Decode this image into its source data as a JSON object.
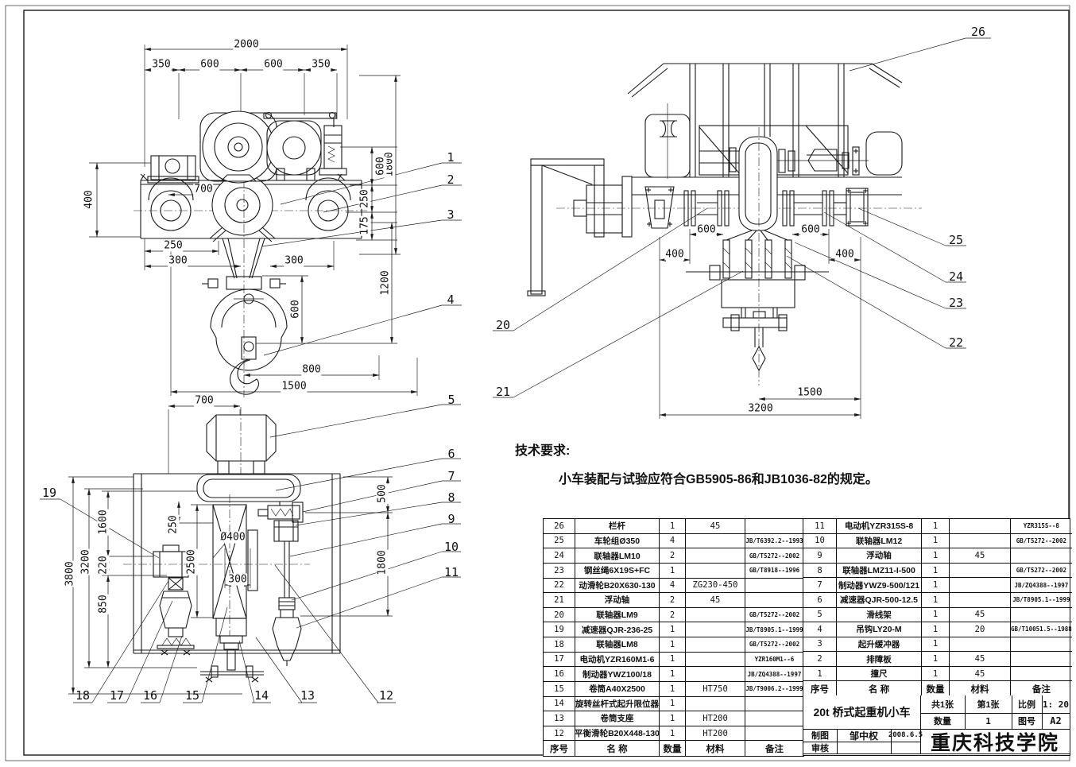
{
  "tech_requirements": {
    "heading": "技术要求:",
    "body": "小车装配与试验应符合GB5905-86和JB1036-82的规定。"
  },
  "front_view": {
    "dims": {
      "total_width": "2000",
      "seg1": "350",
      "seg2": "600",
      "seg3": "600",
      "seg4": "350",
      "height": "1800",
      "h600": "600",
      "h250": "250",
      "h175": "175",
      "left400": "400",
      "w700": "700",
      "w250": "250",
      "w300l": "300",
      "w300r": "300",
      "hook600": "600",
      "v1200": "1200",
      "w800": "800",
      "w1500": "1500"
    },
    "leaders": {
      "n1": "1",
      "n2": "2",
      "n3": "3",
      "n4": "4"
    }
  },
  "side_view": {
    "dims": {
      "w700": "700",
      "v3800": "3800",
      "v3200": "3200",
      "v1600": "1600",
      "v220": "220",
      "v850": "850",
      "v250": "250",
      "v2500": "2500",
      "dia400": "Ø400",
      "w300": "300",
      "v500": "500",
      "v1800": "1800"
    },
    "leaders": {
      "n5": "5",
      "n6": "6",
      "n7": "7",
      "n8": "8",
      "n9": "9",
      "n10": "10",
      "n11": "11",
      "n12": "12",
      "n13": "13",
      "n14": "14",
      "n15": "15",
      "n16": "16",
      "n17": "17",
      "n18": "18",
      "n19": "19"
    }
  },
  "end_view": {
    "dims": {
      "w600l": "600",
      "w600r": "600",
      "w400l": "400",
      "w400r": "400",
      "w1500": "1500",
      "w3200": "3200"
    },
    "leaders": {
      "n20": "20",
      "n21": "21",
      "n22": "22",
      "n23": "23",
      "n24": "24",
      "n25": "25",
      "n26": "26"
    }
  },
  "bom": {
    "headers": {
      "no": "序号",
      "name": "名  称",
      "qty": "数量",
      "material": "材料",
      "remark": "备注"
    },
    "left_rows": [
      {
        "no": "26",
        "name": "栏杆",
        "qty": "1",
        "material": "45",
        "remark": ""
      },
      {
        "no": "25",
        "name": "车轮组Ø350",
        "qty": "4",
        "material": "",
        "remark": "JB/T6392.2--1993"
      },
      {
        "no": "24",
        "name": "联轴器LM10",
        "qty": "2",
        "material": "",
        "remark": "GB/T5272--2002"
      },
      {
        "no": "23",
        "name": "钢丝绳6X19S+FC",
        "qty": "1",
        "material": "",
        "remark": "GB/T8918--1996"
      },
      {
        "no": "22",
        "name": "动滑轮B20X630-130",
        "qty": "4",
        "material": "ZG230-450",
        "remark": ""
      },
      {
        "no": "21",
        "name": "浮动轴",
        "qty": "2",
        "material": "45",
        "remark": ""
      },
      {
        "no": "20",
        "name": "联轴器LM9",
        "qty": "2",
        "material": "",
        "remark": "GB/T5272--2002"
      },
      {
        "no": "19",
        "name": "减速器QJR-236-25",
        "qty": "1",
        "material": "",
        "remark": "JB/T8905.1--1999"
      },
      {
        "no": "18",
        "name": "联轴器LM8",
        "qty": "1",
        "material": "",
        "remark": "GB/T5272--2002"
      },
      {
        "no": "17",
        "name": "电动机YZR160M1-6",
        "qty": "1",
        "material": "",
        "remark": "YZR160M1--6"
      },
      {
        "no": "16",
        "name": "制动器YWZ100/18",
        "qty": "1",
        "material": "",
        "remark": "JB/ZQ4388--1997"
      },
      {
        "no": "15",
        "name": "卷筒A40X2500",
        "qty": "1",
        "material": "HT750",
        "remark": "JB/T9006.2--1999"
      },
      {
        "no": "14",
        "name": "旋转丝杆式起升限位器",
        "qty": "1",
        "material": "",
        "remark": ""
      },
      {
        "no": "13",
        "name": "卷筒支座",
        "qty": "1",
        "material": "HT200",
        "remark": ""
      },
      {
        "no": "12",
        "name": "平衡滑轮B20X448-130",
        "qty": "1",
        "material": "HT200",
        "remark": ""
      }
    ],
    "right_rows": [
      {
        "no": "11",
        "name": "电动机YZR315S-8",
        "qty": "1",
        "material": "",
        "remark": "YZR315S--8"
      },
      {
        "no": "10",
        "name": "联轴器LM12",
        "qty": "1",
        "material": "",
        "remark": "GB/T5272--2002"
      },
      {
        "no": "9",
        "name": "浮动轴",
        "qty": "1",
        "material": "45",
        "remark": ""
      },
      {
        "no": "8",
        "name": "联轴器LMZ11-I-500",
        "qty": "1",
        "material": "",
        "remark": "GB/T5272--2002"
      },
      {
        "no": "7",
        "name": "制动器YWZ9-500/121",
        "qty": "1",
        "material": "",
        "remark": "JB/ZQ4388--1997"
      },
      {
        "no": "6",
        "name": "减速器QJR-500-12.5",
        "qty": "1",
        "material": "",
        "remark": "JB/T8905.1--1999"
      },
      {
        "no": "5",
        "name": "滑线架",
        "qty": "1",
        "material": "45",
        "remark": ""
      },
      {
        "no": "4",
        "name": "吊钩LY20-M",
        "qty": "1",
        "material": "20",
        "remark": "GB/T10051.5--1988"
      },
      {
        "no": "3",
        "name": "起升缓冲器",
        "qty": "1",
        "material": "",
        "remark": ""
      },
      {
        "no": "2",
        "name": "排障板",
        "qty": "1",
        "material": "45",
        "remark": ""
      },
      {
        "no": "1",
        "name": "撞尺",
        "qty": "1",
        "material": "45",
        "remark": ""
      }
    ]
  },
  "title_block": {
    "product": "20t 桥式起重机小车",
    "sheets_label": "共1张",
    "sheet_label": "第1张",
    "scale_label": "比例",
    "scale_value": "1: 20",
    "qty_label": "数量",
    "qty_value": "1",
    "no_label": "图号",
    "no_value": "A2",
    "drafter_label": "制图",
    "drafter_name": "邹中权",
    "draft_date": "2008.6.5",
    "checker_label": "审核",
    "org": "重庆科技学院"
  }
}
